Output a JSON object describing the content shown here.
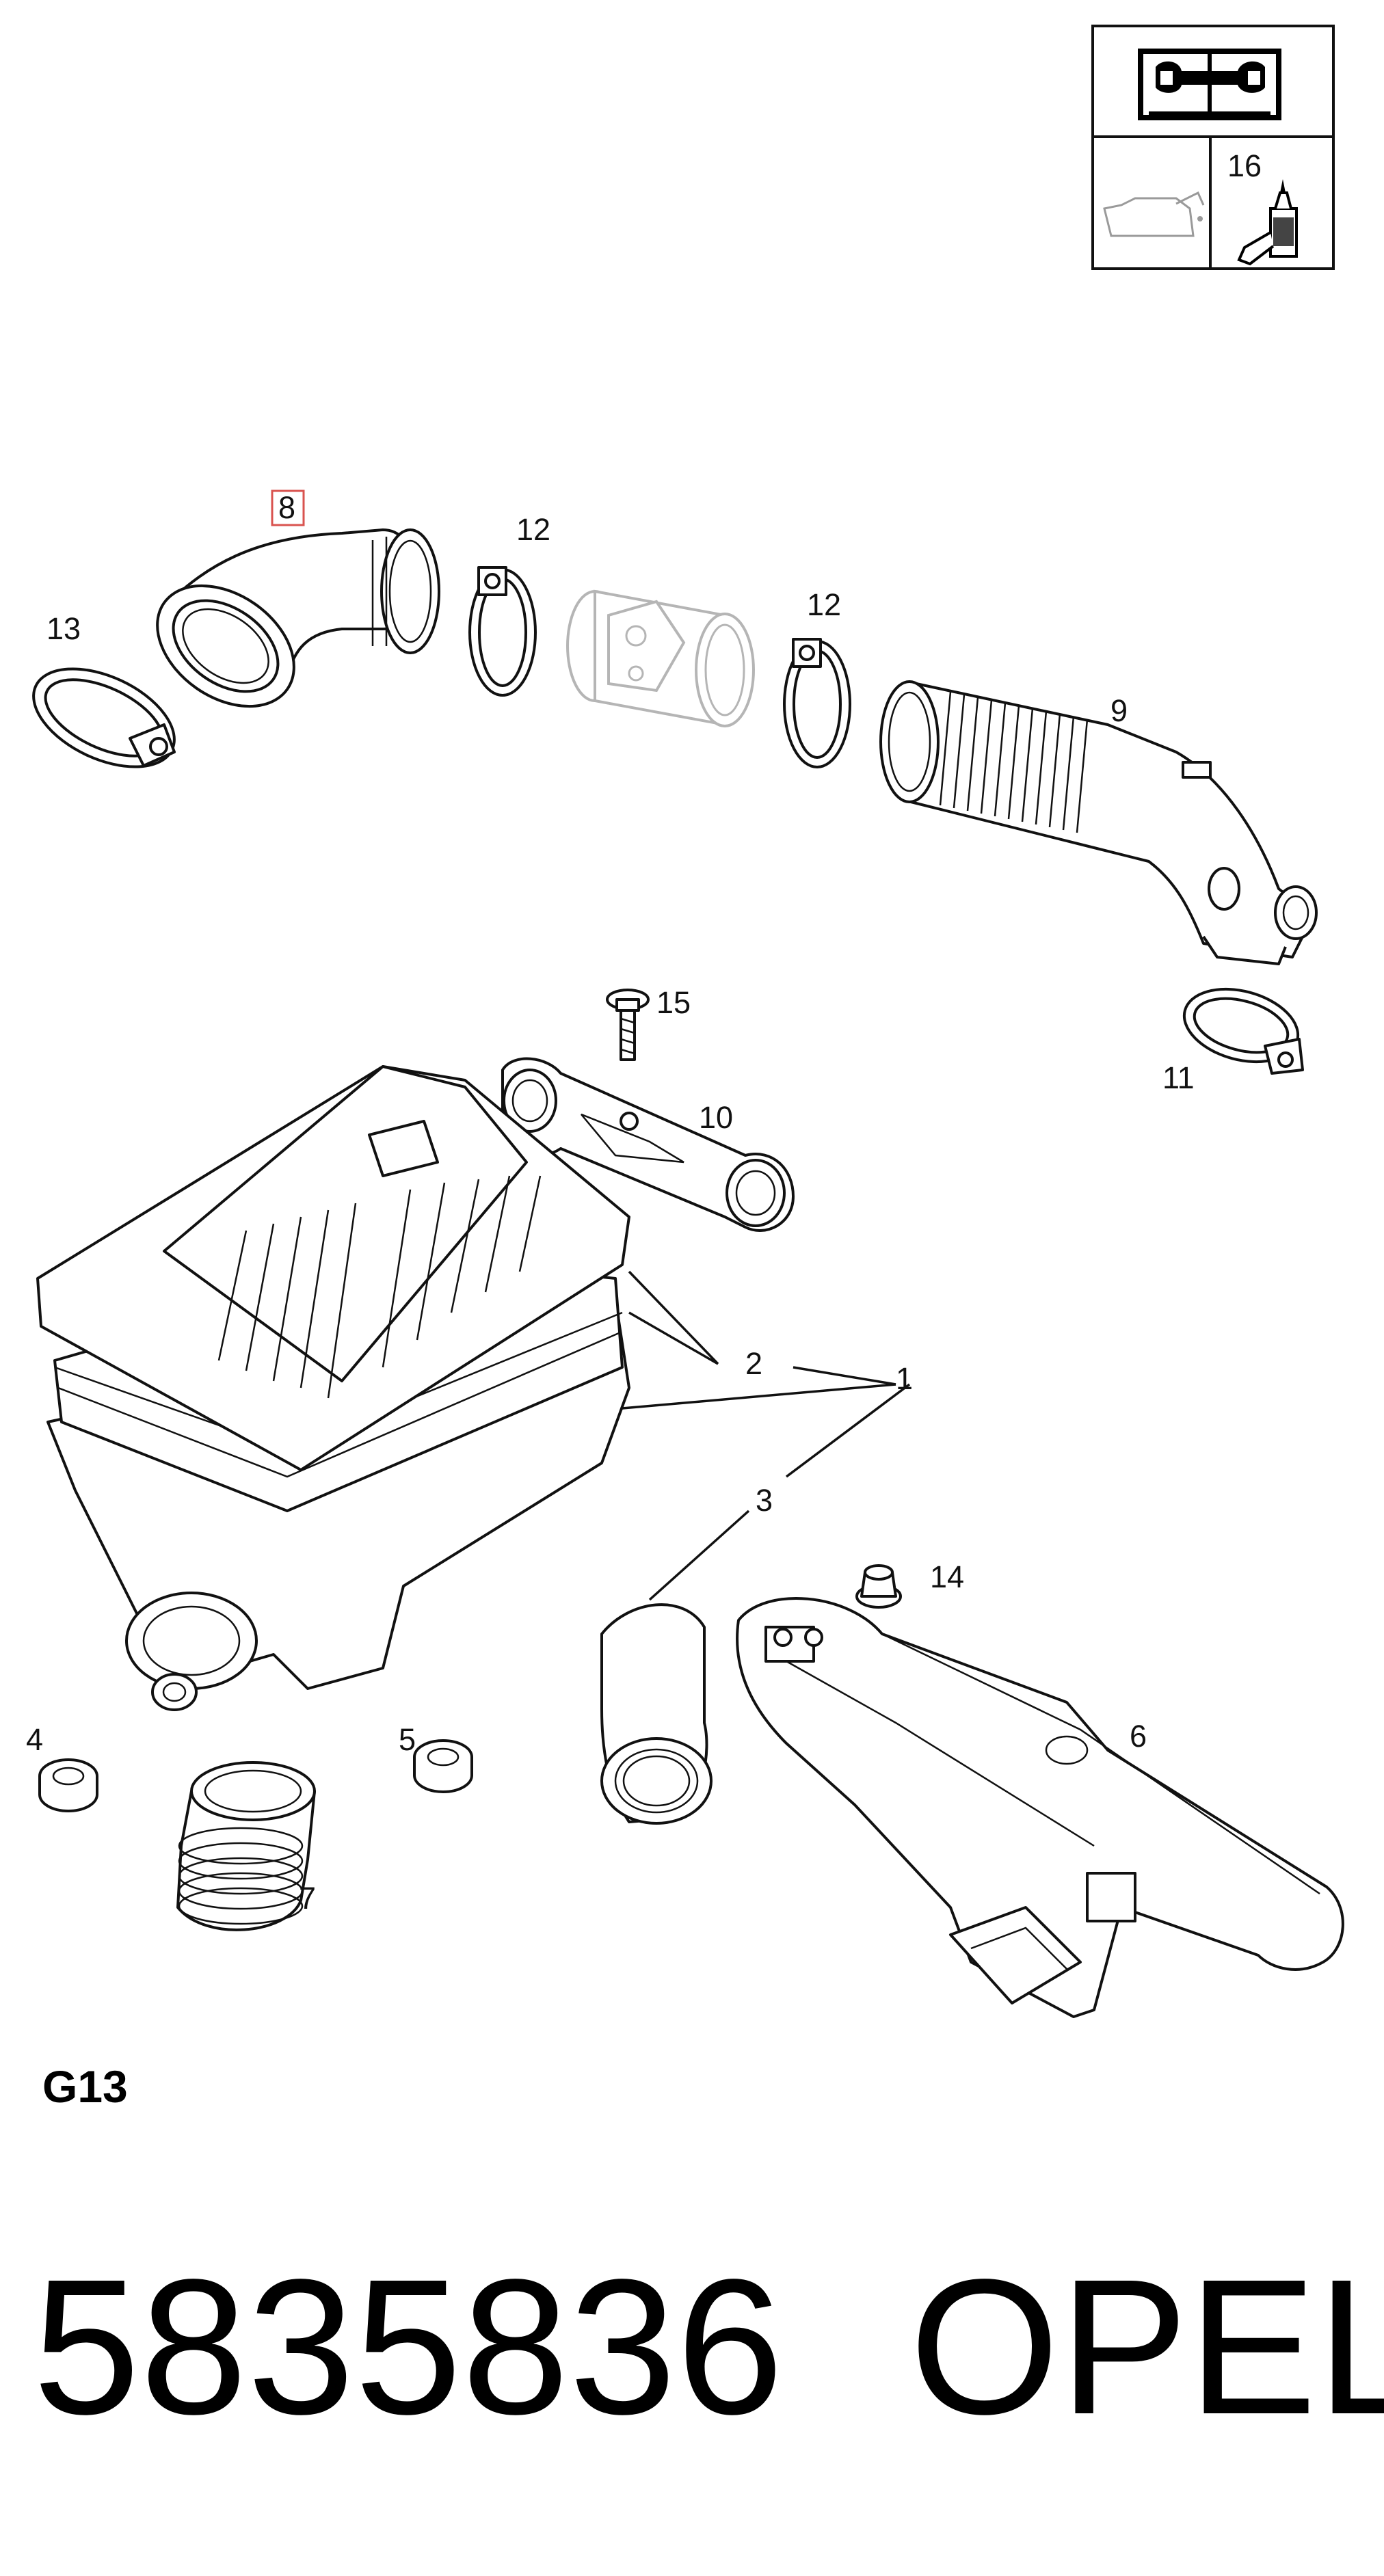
{
  "legend_box": {
    "tool_icon": "manual-wrench-icon",
    "oil_icon": "oil-can-icon",
    "sealant_icon": "sealant-tube-icon",
    "sealant_ref": "16"
  },
  "callouts": {
    "c8": "8",
    "c12a": "12",
    "c13": "13",
    "c12b": "12",
    "c9": "9",
    "c15": "15",
    "c10": "10",
    "c11": "11",
    "c2": "2",
    "c1": "1",
    "c3": "3",
    "c14": "14",
    "c6": "6",
    "c4": "4",
    "c5": "5",
    "c7": "7"
  },
  "highlight": {
    "color": "#d9534f",
    "ghost_color": "#b5b5b5"
  },
  "section_code": "G13",
  "part_number": "5835836",
  "brand": "OPEL"
}
